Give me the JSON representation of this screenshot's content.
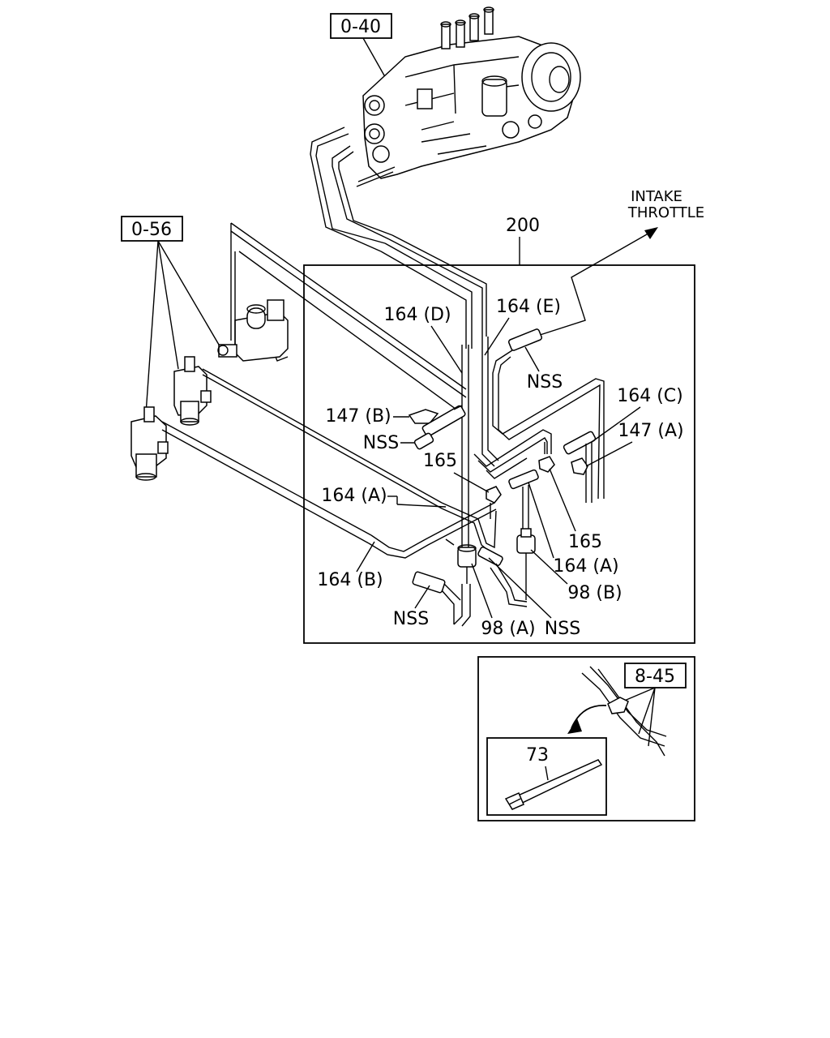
{
  "refs": {
    "ref_0_40": "0-40",
    "ref_0_56": "0-56",
    "ref_8_45": "8-45"
  },
  "labels": {
    "intake_line1": "INTAKE",
    "intake_line2": "THROTTLE",
    "assembly_200": "200",
    "p164D": "164 (D)",
    "p164E": "164 (E)",
    "p164C": "164 (C)",
    "p147A": "147 (A)",
    "p147B": "147 (B)",
    "nss_top": "NSS",
    "nss_mid": "NSS",
    "nss_bottom_left": "NSS",
    "nss_bottom_right": "NSS",
    "p165_left": "165",
    "p165_right": "165",
    "p164A_left": "164 (A)",
    "p164A_right": "164 (A)",
    "p164B": "164 (B)",
    "p98A": "98 (A)",
    "p98B": "98 (B)",
    "p73": "73"
  }
}
